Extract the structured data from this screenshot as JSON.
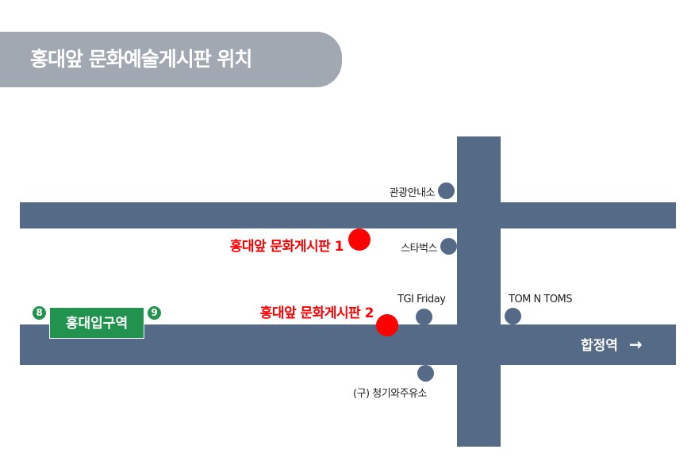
{
  "title": "홍대앞 문화예술게시판 위치",
  "colors": {
    "road": "#546a87",
    "banner": "#a2a8b2",
    "station": "#21934f",
    "board": "#ff0000"
  },
  "landmarks": {
    "tourist_info": "관광안내소",
    "starbucks": "스타벅스",
    "tgi": "TGI Friday",
    "tomntoms": "TOM N TOMS",
    "gas": "(구) 청기와주유소"
  },
  "boards": {
    "board1": "홍대앞 문화게시판 1",
    "board2": "홍대앞 문화게시판 2"
  },
  "station": {
    "name": "홍대입구역",
    "exit_left": "8",
    "exit_right": "9"
  },
  "destination": {
    "label": "합정역",
    "arrow": "→"
  }
}
